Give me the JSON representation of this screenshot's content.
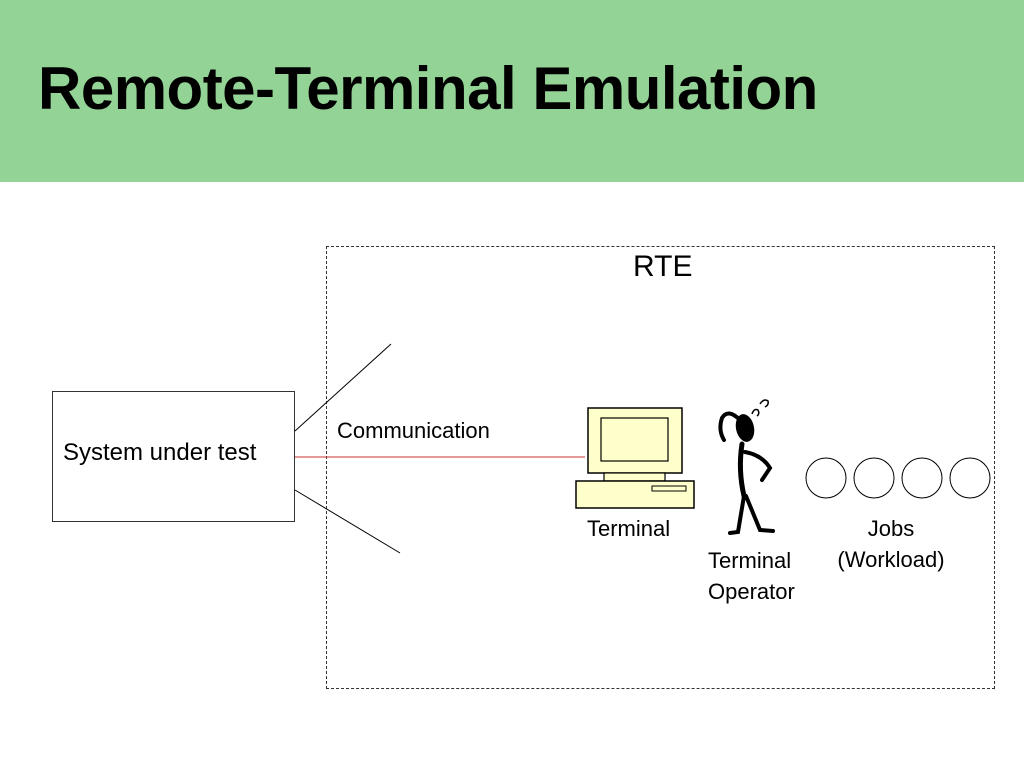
{
  "header": {
    "title": "Remote-Terminal Emulation",
    "background_color": "#93d395"
  },
  "diagram": {
    "rte_label": "RTE",
    "system_under_test": "System under test",
    "communication": "Communication",
    "terminal": "Terminal",
    "terminal_operator_line1": "Terminal",
    "terminal_operator_line2": "Operator",
    "jobs_line1": "Jobs",
    "jobs_line2": "(Workload)",
    "job_count": 4,
    "link_color": "#cc3333",
    "terminal_color": "#ffffcc"
  }
}
